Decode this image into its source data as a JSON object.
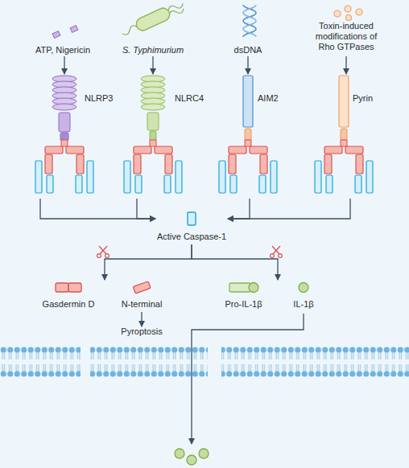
{
  "diagram": {
    "nodes": [
      {
        "text": [
          "ATP, Nigericin"
        ]
      },
      {
        "text": [
          "S. Typhimurium"
        ]
      },
      {
        "text": [
          "dsDNA"
        ]
      },
      {
        "text": [
          "Toxin-induced modifications of Rho GTPases"
        ]
      },
      {
        "text": [
          "NLRP3"
        ]
      },
      {
        "text": [
          "NLRC4"
        ]
      },
      {
        "text": [
          "AIM2"
        ]
      },
      {
        "text": [
          "Pyrin"
        ]
      },
      {
        "text": [
          "Active Caspase-1"
        ]
      },
      {
        "text": [
          "Gasdermin D"
        ]
      },
      {
        "text": [
          "N-terminal"
        ]
      },
      {
        "text": [
          "Pyroptosis"
        ]
      },
      {
        "text": [
          "Pro-IL-1β"
        ]
      },
      {
        "text": [
          "IL-1β"
        ]
      }
    ],
    "edges": [
      {
        "from": 0,
        "to": 4,
        "arrow": "to"
      },
      {
        "from": 1,
        "to": 5,
        "arrow": "to"
      },
      {
        "from": 2,
        "to": 6,
        "arrow": "to"
      },
      {
        "from": 3,
        "to": 7,
        "arrow": "to"
      },
      {
        "from": 4,
        "to": 8,
        "arrow": "to"
      },
      {
        "from": 5,
        "to": 8,
        "arrow": "to"
      },
      {
        "from": 6,
        "to": 8,
        "arrow": "to"
      },
      {
        "from": 7,
        "to": 8,
        "arrow": "to"
      },
      {
        "from": 8,
        "to": 9,
        "arrow": "to"
      },
      {
        "from": 8,
        "to": 12,
        "arrow": "to"
      },
      {
        "from": 10,
        "to": 11,
        "arrow": "to"
      }
    ]
  }
}
